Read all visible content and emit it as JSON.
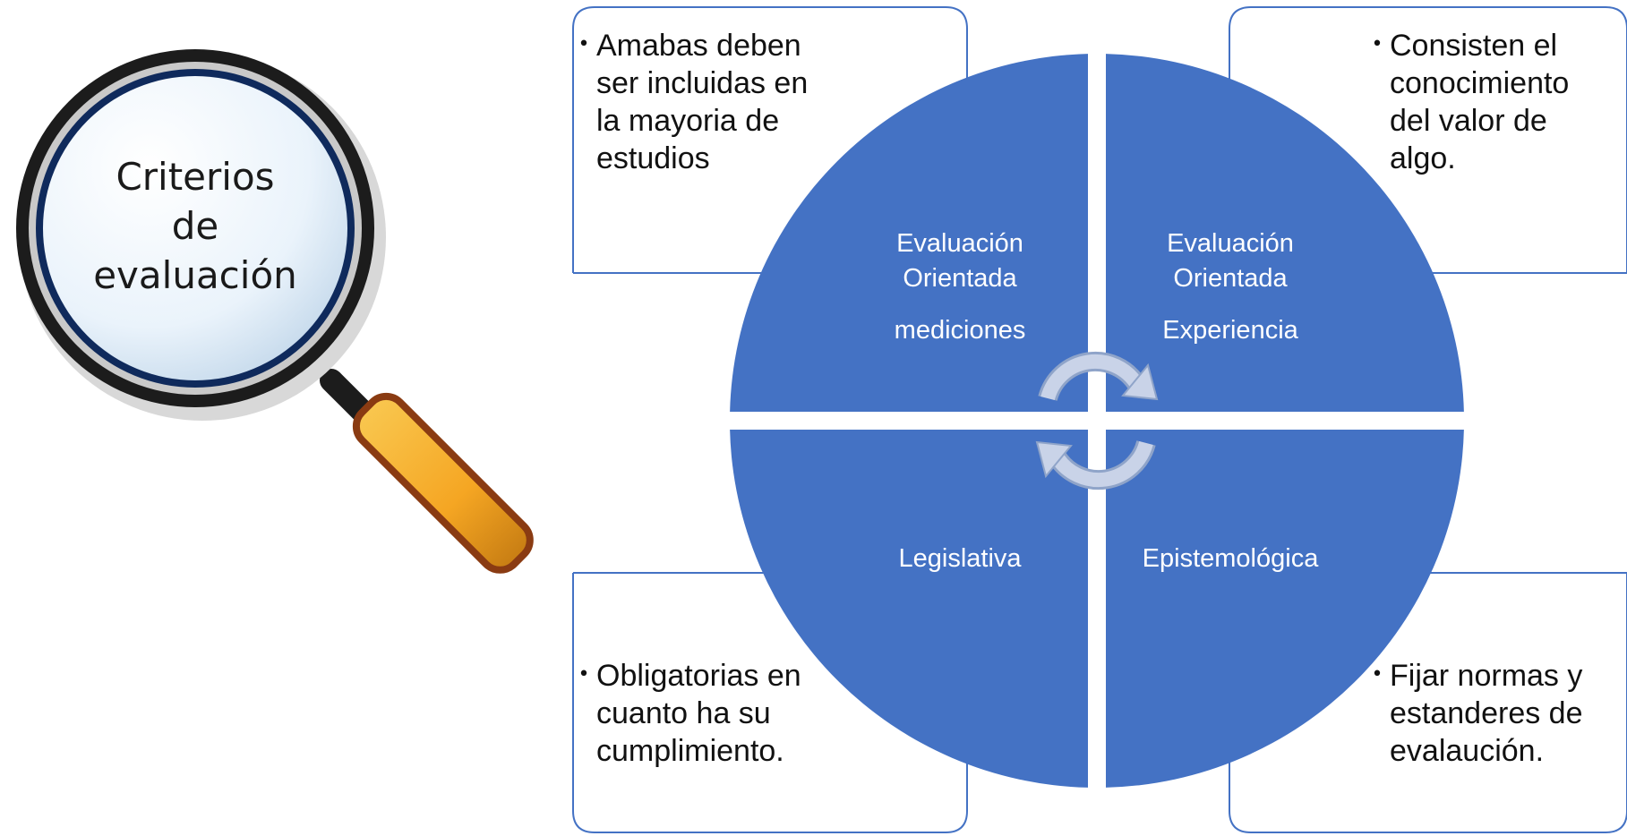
{
  "magnifier": {
    "lines": [
      "Criterios",
      "de",
      "evaluación"
    ]
  },
  "quadrants": {
    "top_left": {
      "lines": [
        "Evaluación",
        "Orientada",
        "mediciones"
      ]
    },
    "top_right": {
      "lines": [
        "Evaluación",
        "Orientada",
        "Experiencia"
      ]
    },
    "bottom_left": {
      "lines": [
        "Legislativa"
      ]
    },
    "bottom_right": {
      "lines": [
        "Epistemológica"
      ]
    }
  },
  "boxes": {
    "top_left": {
      "lines": [
        "Amabas deben",
        "ser incluidas en",
        "la mayoria de",
        "estudios"
      ]
    },
    "top_right": {
      "lines": [
        "Consisten el",
        "conocimiento",
        "del valor de",
        "algo."
      ]
    },
    "bottom_left": {
      "lines": [
        "Obligatorias en",
        "cuanto ha su",
        "cumplimiento."
      ]
    },
    "bottom_right": {
      "lines": [
        "Fijar normas y",
        "estanderes de",
        "evalaución."
      ]
    }
  },
  "colors": {
    "quadrant_fill": "#4472c4",
    "box_border": "#4472c4",
    "arrow_fill": "#c5d0e6",
    "magnifier_handle": "#f5a623",
    "magnifier_rim": "#1c1c1c",
    "magnifier_ring": "#0f2a5c"
  },
  "icons": {
    "magnifier": "magnifying-glass-icon",
    "cycle_arrows": "circular-arrows-icon"
  }
}
